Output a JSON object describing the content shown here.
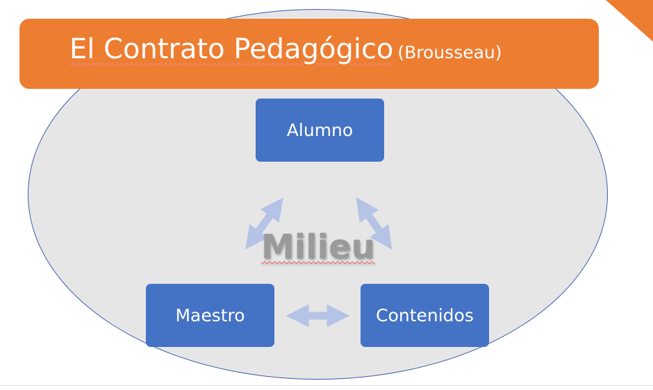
{
  "title": {
    "main": "El Contrato Pedagógico",
    "sub": "(Brousseau)"
  },
  "nodes": {
    "top": "Alumno",
    "left": "Maestro",
    "right": "Contenidos"
  },
  "center_label": "Milieu",
  "colors": {
    "title_bg": "#ED7D31",
    "node_bg": "#4472C4",
    "arrow": "#B4C3E6",
    "ellipse": "#E6E6E6"
  }
}
